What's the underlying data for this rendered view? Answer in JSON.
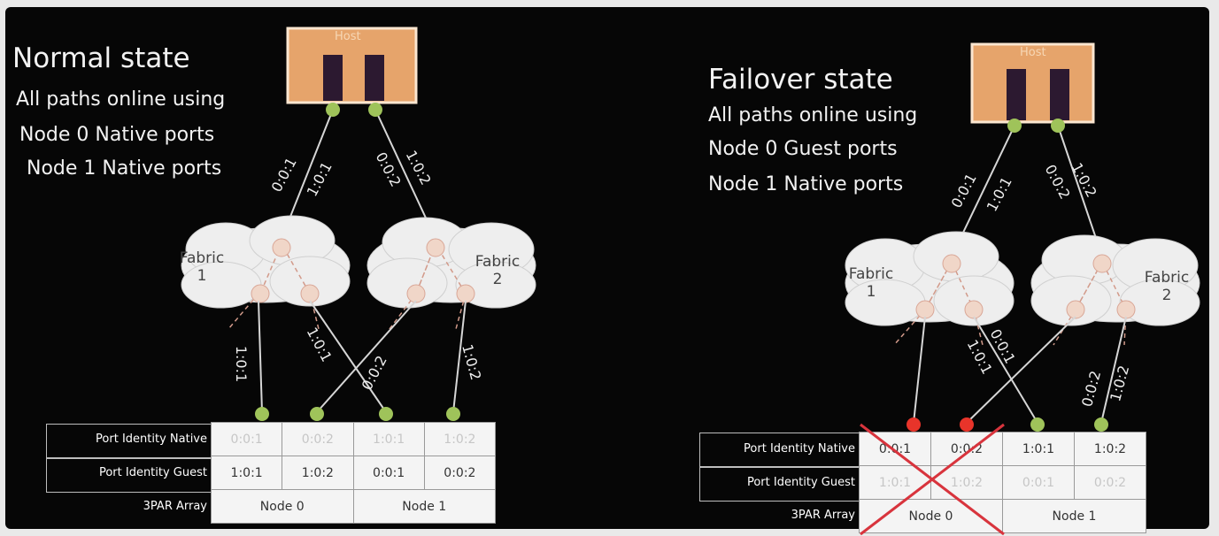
{
  "left": {
    "title": "Normal state",
    "line1": "All paths online using",
    "line2": "Node 0 Native ports",
    "line3": "Node 1 Native ports",
    "host": "Host",
    "fabric1": [
      "Fabric",
      "1"
    ],
    "fabric2": [
      "Fabric",
      "2"
    ],
    "host_paths": [
      "0:0:1",
      "1:0:1",
      "0:0:2",
      "1:0:2"
    ],
    "array_paths": [
      "1:0:1",
      "1:0:1",
      "0:0:2",
      "1:0:2"
    ],
    "row_native": "Port Identity Native",
    "row_guest": "Port Identity Guest",
    "row_array": "3PAR Array",
    "native": [
      "0:0:1",
      "0:0:2",
      "1:0:1",
      "1:0:2"
    ],
    "guest": [
      "1:0:1",
      "1:0:2",
      "0:0:1",
      "0:0:2"
    ],
    "nodes": [
      "Node 0",
      "Node 1"
    ]
  },
  "right": {
    "title": "Failover state",
    "line1": "All paths online using",
    "line2": "Node 0 Guest ports",
    "line3": "Node 1 Native ports",
    "host": "Host",
    "fabric1": [
      "Fabric",
      "1"
    ],
    "fabric2": [
      "Fabric",
      "2"
    ],
    "host_paths": [
      "0:0:1",
      "1:0:1",
      "0:0:2",
      "1:0:2"
    ],
    "array_paths": [
      "1:0:1",
      "0:0:1",
      "0:0:2",
      "1:0:2"
    ],
    "row_native": "Port Identity Native",
    "row_guest": "Port Identity Guest",
    "row_array": "3PAR Array",
    "native": [
      "0:0:1",
      "0:0:2",
      "1:0:1",
      "1:0:2"
    ],
    "guest": [
      "1:0:1",
      "1:0:2",
      "0:0:1",
      "0:0:2"
    ],
    "nodes": [
      "Node 0",
      "Node 1"
    ]
  },
  "colors": {
    "host": "#e6a46b",
    "port_ok": "#9fc35a",
    "port_failed": "#e8342a",
    "cross": "#d8343d"
  }
}
